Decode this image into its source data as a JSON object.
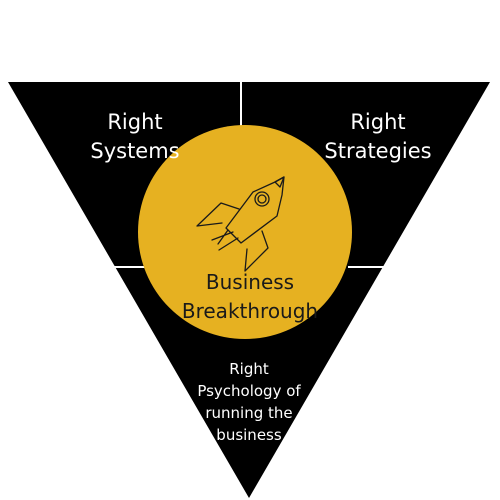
{
  "colors": {
    "triangle": "#000000",
    "divider": "#ffffff",
    "center_circle": "#e6b121",
    "icon_stroke": "#1a1a1a",
    "label_text": "#ffffff",
    "center_text": "#1a1a1a"
  },
  "segments": {
    "top_left": {
      "lines": [
        "Right",
        "Systems"
      ]
    },
    "top_right": {
      "lines": [
        "Right",
        "Strategies"
      ]
    },
    "bottom": {
      "lines": [
        "Right",
        "Psychology of",
        "running the",
        "business"
      ]
    }
  },
  "center": {
    "icon": "rocket-icon",
    "lines": [
      "Business",
      "Breakthrough"
    ]
  }
}
